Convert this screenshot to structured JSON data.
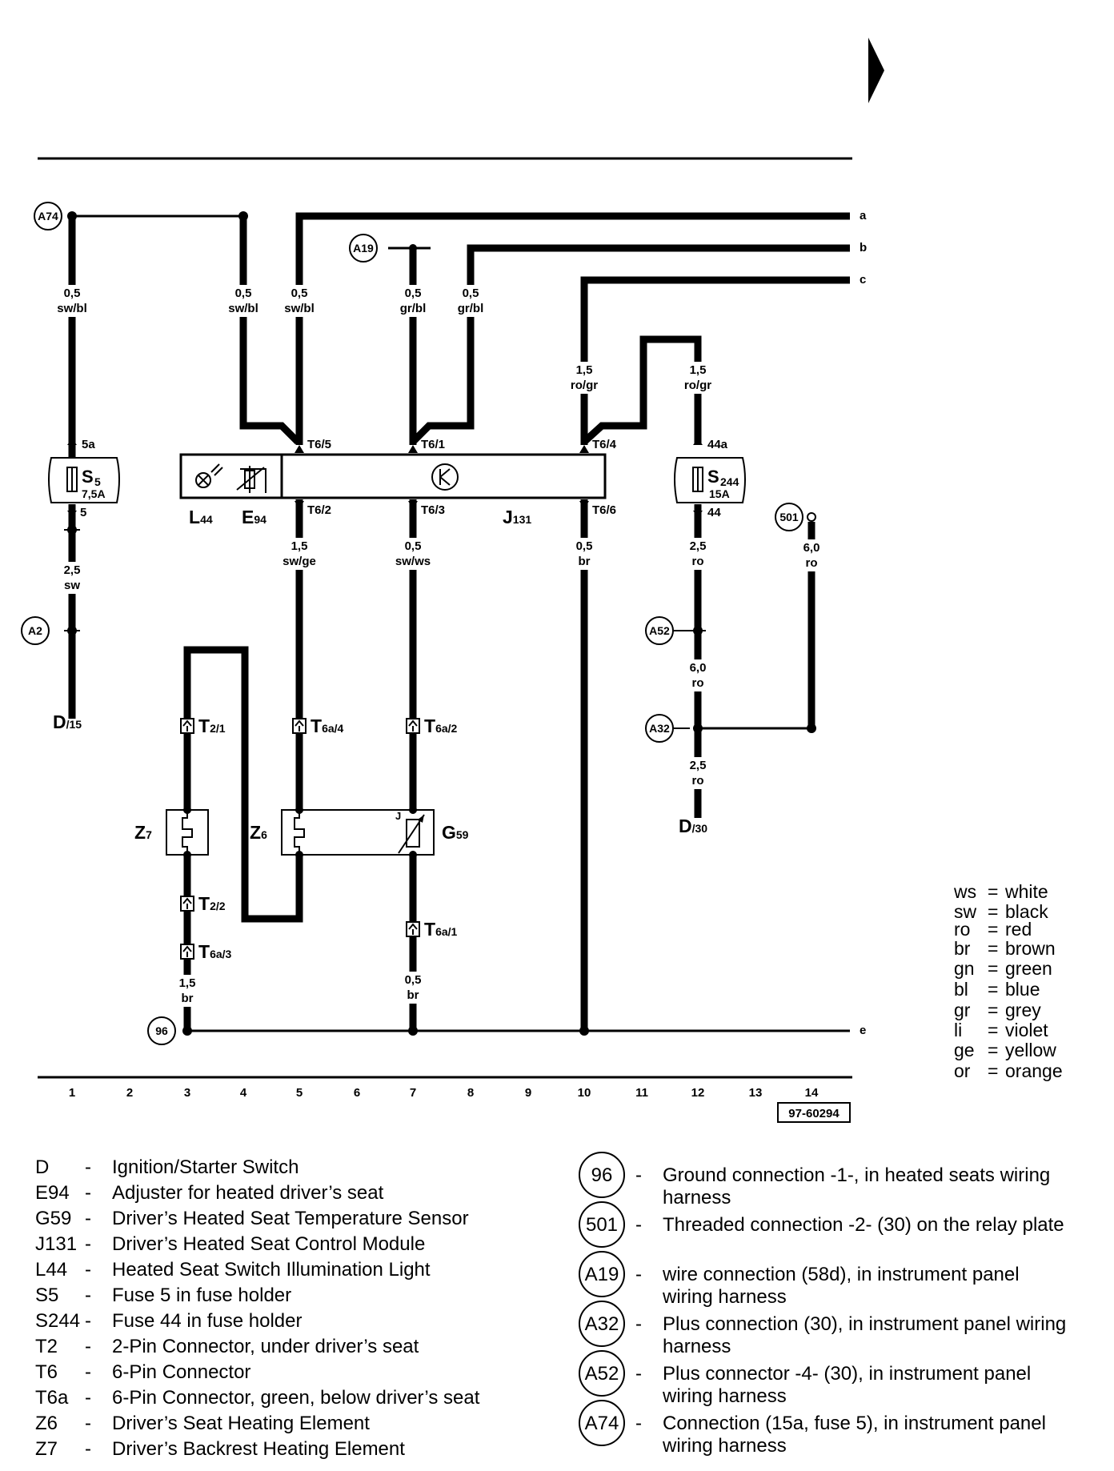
{
  "diagram_id": "97-60294",
  "wire_refs": [
    "a",
    "b",
    "c",
    "e"
  ],
  "column_numbers": [
    "1",
    "2",
    "3",
    "4",
    "5",
    "6",
    "7",
    "8",
    "9",
    "10",
    "11",
    "12",
    "13",
    "14"
  ],
  "wires": {
    "w1a": [
      "0,5",
      "sw/bl"
    ],
    "w4a": [
      "0,5",
      "sw/bl"
    ],
    "w5a": [
      "0,5",
      "sw/bl"
    ],
    "w7a": [
      "0,5",
      "gr/bl"
    ],
    "w8a": [
      "0,5",
      "gr/bl"
    ],
    "w10a": [
      "1,5",
      "ro/gr"
    ],
    "w12a": [
      "1,5",
      "ro/gr"
    ],
    "w1b": [
      "2,5",
      "sw"
    ],
    "w5b": [
      "1,5",
      "sw/ge"
    ],
    "w7b": [
      "0,5",
      "sw/ws"
    ],
    "w10b": [
      "0,5",
      "br"
    ],
    "w12b": [
      "2,5",
      "ro"
    ],
    "w14": [
      "6,0",
      "ro"
    ],
    "w12c": [
      "6,0",
      "ro"
    ],
    "w12d": [
      "2,5",
      "ro"
    ],
    "w3g": [
      "1,5",
      "br"
    ],
    "w7g": [
      "0,5",
      "br"
    ]
  },
  "pins": {
    "s5_in": "5a",
    "s5_out": "5",
    "s244_in": "44a",
    "s244_out": "44",
    "t65": "T6/5",
    "t61": "T6/1",
    "t64": "T6/4",
    "t62": "T6/2",
    "t63": "T6/3",
    "t66": "T6/6"
  },
  "fuses": {
    "s5": {
      "name": "S",
      "num": "5",
      "rating": "7,5A"
    },
    "s244": {
      "name": "S",
      "num": "244",
      "rating": "15A"
    }
  },
  "connectors": {
    "t21": {
      "name": "T",
      "num": "2/1"
    },
    "t22": {
      "name": "T",
      "num": "2/2"
    },
    "t6a4": {
      "name": "T",
      "num": "6a/4"
    },
    "t6a2": {
      "name": "T",
      "num": "6a/2"
    },
    "t6a1": {
      "name": "T",
      "num": "6a/1"
    },
    "t6a3": {
      "name": "T",
      "num": "6a/3"
    }
  },
  "components": {
    "l44": {
      "name": "L",
      "num": "44"
    },
    "e94": {
      "name": "E",
      "num": "94"
    },
    "j131": {
      "name": "J",
      "num": "131"
    },
    "z7": {
      "name": "Z",
      "num": "7"
    },
    "z6": {
      "name": "Z",
      "num": "6"
    },
    "g59": {
      "name": "G",
      "num": "59"
    },
    "d15": {
      "name": "D",
      "num": "/15"
    },
    "d30": {
      "name": "D",
      "num": "/30"
    }
  },
  "g59_mark": "J",
  "circle_refs": {
    "a74": "A74",
    "a19": "A19",
    "a2": "A2",
    "a52": "A52",
    "a32": "A32",
    "c501": "501",
    "c96": "96"
  },
  "color_key": [
    {
      "code": "ws",
      "color": "white"
    },
    {
      "code": "sw",
      "color": "black"
    },
    {
      "code": "ro",
      "color": "red"
    },
    {
      "code": "br",
      "color": "brown"
    },
    {
      "code": "gn",
      "color": "green"
    },
    {
      "code": "bl",
      "color": "blue"
    },
    {
      "code": "gr",
      "color": "grey"
    },
    {
      "code": "li",
      "color": "violet"
    },
    {
      "code": "ge",
      "color": "yellow"
    },
    {
      "code": "or",
      "color": "orange"
    }
  ],
  "legend_left": [
    {
      "code": "D",
      "text": "Ignition/Starter Switch"
    },
    {
      "code": "E94",
      "text": "Adjuster for heated driver’s seat"
    },
    {
      "code": "G59",
      "text": "Driver’s Heated Seat Temperature Sensor"
    },
    {
      "code": "J131",
      "text": "Driver’s Heated Seat Control Module"
    },
    {
      "code": "L44",
      "text": "Heated Seat Switch Illumination Light"
    },
    {
      "code": "S5",
      "text": "Fuse 5 in fuse holder"
    },
    {
      "code": "S244",
      "text": "Fuse 44 in fuse holder"
    },
    {
      "code": "T2",
      "text": "2-Pin Connector, under driver’s seat"
    },
    {
      "code": "T6",
      "text": "6-Pin Connector"
    },
    {
      "code": "T6a",
      "text": "6-Pin Connector, green, below driver’s seat"
    },
    {
      "code": "Z6",
      "text": "Driver’s Seat Heating Element"
    },
    {
      "code": "Z7",
      "text": "Driver’s Backrest Heating Element"
    }
  ],
  "legend_right": [
    {
      "code": "96",
      "lines": [
        "Ground connection -1-, in heated seats wiring",
        "harness"
      ]
    },
    {
      "code": "501",
      "lines": [
        "Threaded connection -2- (30) on the relay plate"
      ]
    },
    {
      "code": "A19",
      "lines": [
        "wire connection (58d), in instrument panel",
        "wiring harness"
      ]
    },
    {
      "code": "A32",
      "lines": [
        "Plus connection (30), in instrument panel wiring",
        "harness"
      ]
    },
    {
      "code": "A52",
      "lines": [
        "Plus connector -4- (30), in instrument panel",
        "wiring harness"
      ]
    },
    {
      "code": "A74",
      "lines": [
        "Connection (15a, fuse 5), in instrument panel",
        "wiring harness"
      ]
    }
  ]
}
